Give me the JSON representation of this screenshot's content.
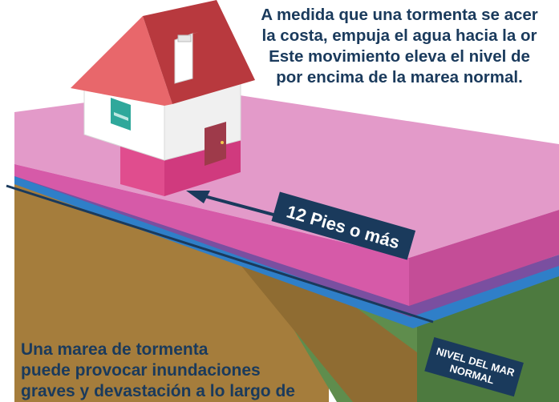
{
  "top_caption": {
    "line1": "A medida que una tormenta se acer",
    "line2": "la costa, empuja el agua hacia la or",
    "line3": "Este movimiento eleva el nivel de",
    "line4": "por encima de la marea normal."
  },
  "surge_label": "12 Pies o más",
  "sea_level_label": {
    "line1": "NIVEL DEL MAR",
    "line2": "NORMAL"
  },
  "bottom_caption": {
    "line1": "Una marea de tormenta",
    "line2": "puede provocar inundaciones",
    "line3": "graves y devastación a lo largo de"
  },
  "colors": {
    "navy": "#1a3a5c",
    "surge_top": "#e39ac9",
    "surge_front": "#d65aa8",
    "purple_band": "#7a4fa0",
    "blue_band": "#2f7fc8",
    "soil": "#a57d3c",
    "grass": "#5f8d4d",
    "roof": "#b8393e",
    "house_wall": "#ffffff",
    "window": "#2fa89b"
  }
}
